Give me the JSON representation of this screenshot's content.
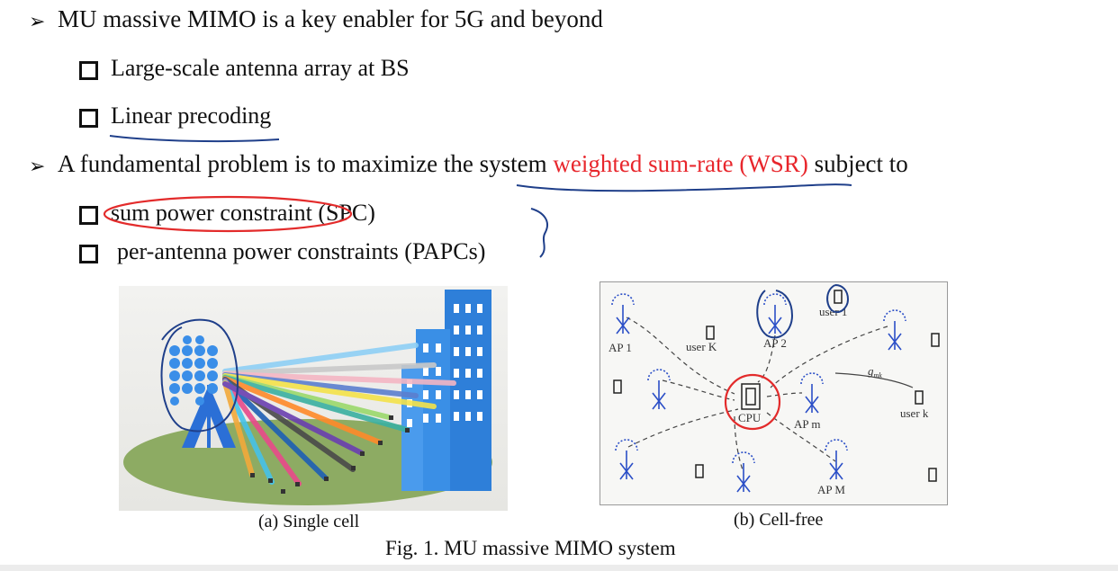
{
  "bullets": [
    {
      "text": "MU massive MIMO is a key enabler for 5G and beyond"
    },
    {
      "text": "Large-scale antenna array at BS"
    },
    {
      "text": "Linear precoding"
    },
    {
      "text_prefix": "A fundamental problem is to maximize the system ",
      "highlight": "weighted sum-rate (WSR)",
      "text_suffix": " subject to",
      "highlight_color": "#e8262c"
    },
    {
      "text": "sum power constraint (SPC)"
    },
    {
      "text": "per-antenna power constraints (PAPCs)"
    }
  ],
  "figure": {
    "panel_a_caption": "(a) Single cell",
    "panel_b_caption": "(b) Cell-free",
    "caption": "Fig. 1. MU massive  MIMO system",
    "network": {
      "ap1": "AP 1",
      "ap2": "AP 2",
      "apm": "AP m",
      "apM": "AP M",
      "user1": "user 1",
      "userK": "user K",
      "userk": "user k",
      "cpu": "CPU",
      "channel": "g",
      "channel_sub": "mk"
    }
  },
  "colors": {
    "annotation_blue": "#1f3f8a",
    "annotation_red": "#e32b2b",
    "tower_blue": "#2b6fd6",
    "ground_green": "#8dab63"
  }
}
